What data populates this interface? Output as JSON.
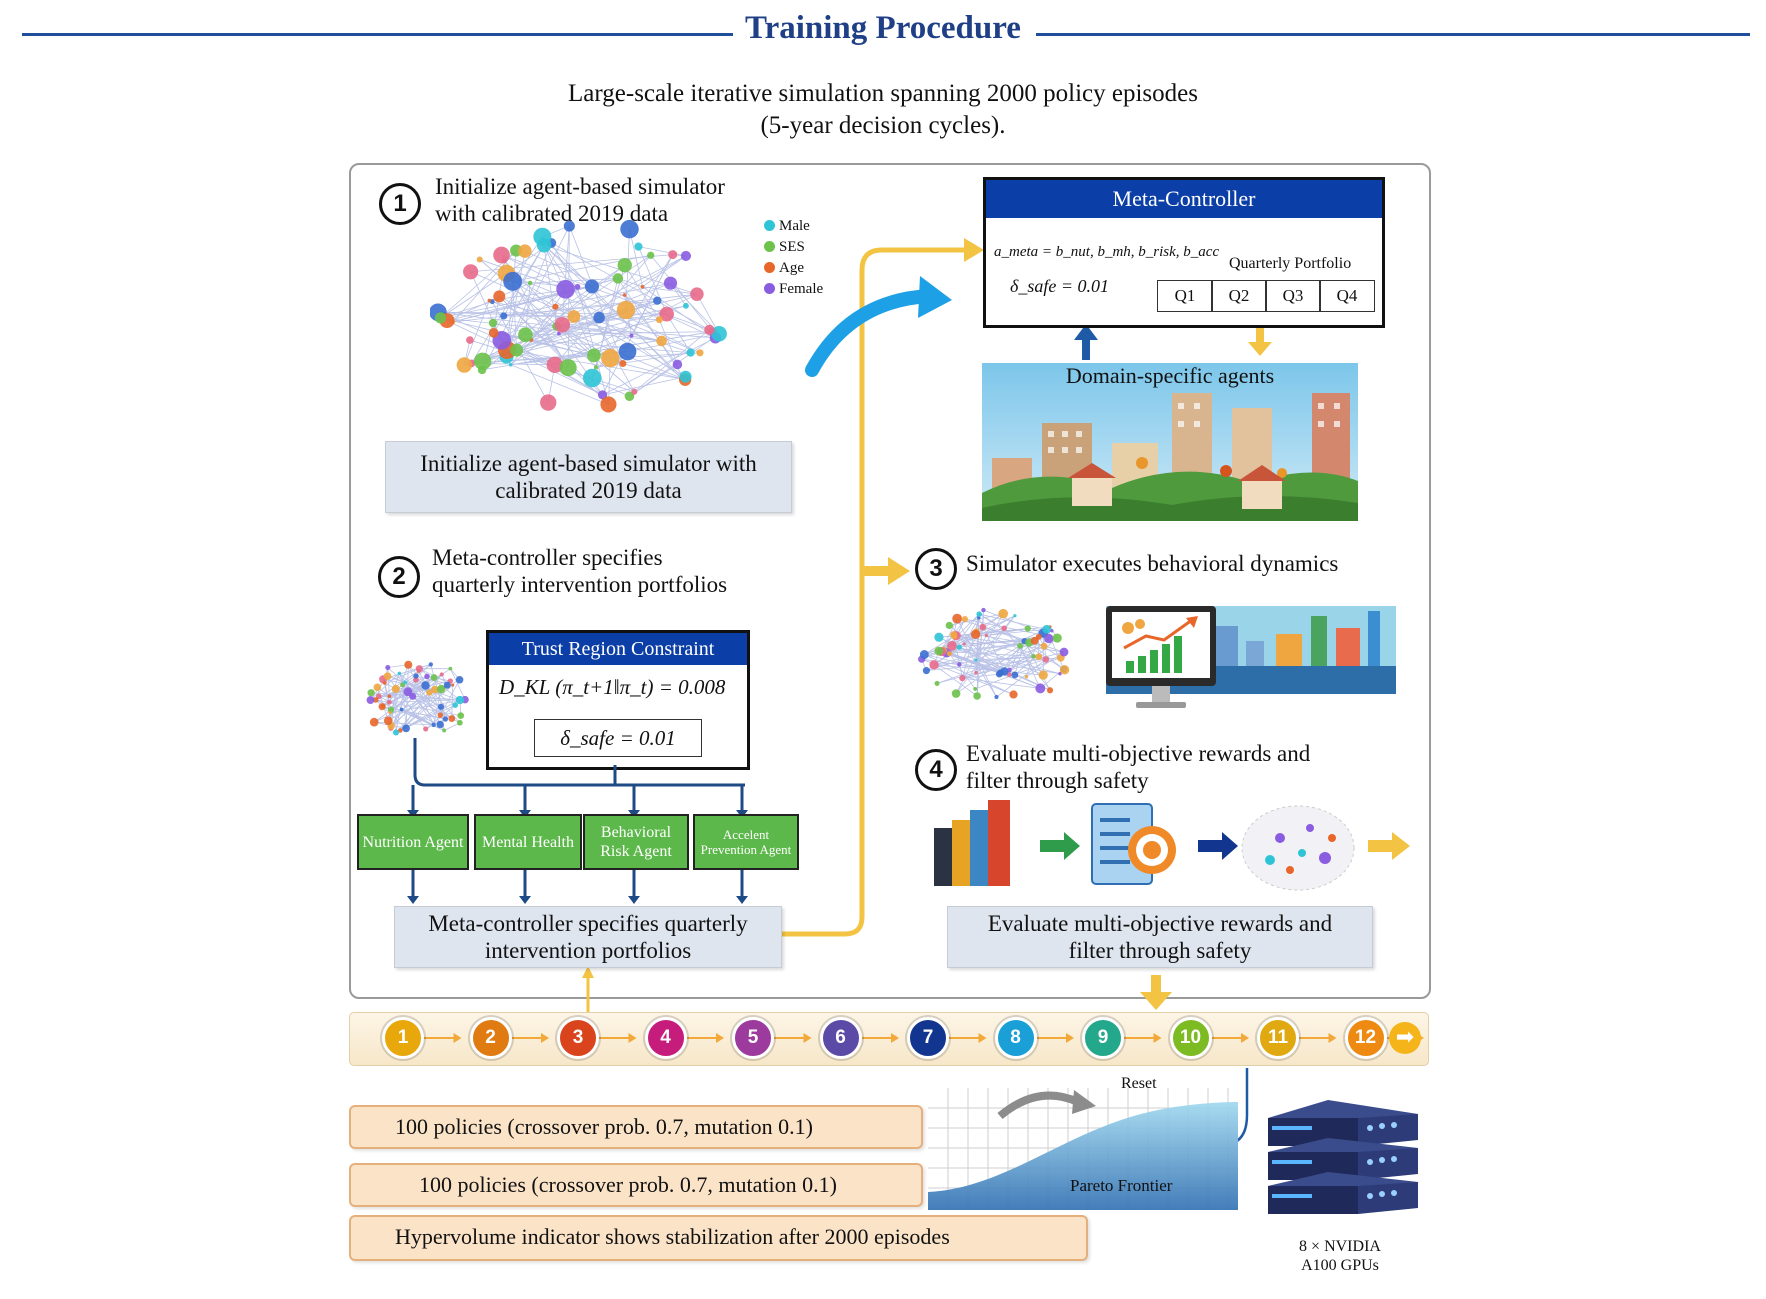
{
  "title": "Training Procedure",
  "subtitle_line1": "Large-scale iterative simulation spanning 2000 policy episodes",
  "subtitle_line2": "(5-year decision cycles).",
  "step1": {
    "number": "1",
    "text_line1": "Initialize agent-based simulator",
    "text_line2": "with calibrated 2019 data",
    "box_line1": "Initialize agent-based simulator with",
    "box_line2": "calibrated 2019 data",
    "legend": [
      {
        "label": "Male",
        "color": "#2ec4d6"
      },
      {
        "label": "SES",
        "color": "#6cc24a"
      },
      {
        "label": "Age",
        "color": "#e8662a"
      },
      {
        "label": "Female",
        "color": "#8a5ce0"
      }
    ]
  },
  "meta_controller": {
    "title": "Meta-Controller",
    "a_meta": "a_meta = b_nut, b_mh, b_risk, b_acc",
    "delta_safe": "δ_safe = 0.01",
    "portfolio_label": "Quarterly Portfolio",
    "quarters": [
      "Q1",
      "Q2",
      "Q3",
      "Q4"
    ],
    "domain_agents_label": "Domain-specific agents"
  },
  "step2": {
    "number": "2",
    "text_line1": "Meta-controller specifies",
    "text_line2": "quarterly intervention portfolios",
    "trust_title": "Trust Region Constraint",
    "kl_text": "D_KL (π_t+1‖π_t) = 0.008",
    "delta_text": "δ_safe = 0.01",
    "agents": [
      "Nutrition Agent",
      "Mental Health",
      "Behavioral Risk Agent",
      "Accelent Prevention Agent"
    ],
    "box_line1": "Meta-controller specifies quarterly",
    "box_line2": "intervention portfolios"
  },
  "step3": {
    "number": "3",
    "text": "Simulator executes behavioral dynamics"
  },
  "step4": {
    "number": "4",
    "text_line1": "Evaluate multi-objective rewards and",
    "text_line2": "filter through safety",
    "box_line1": "Evaluate multi-objective rewards and",
    "box_line2": "filter through safety"
  },
  "timeline": [
    {
      "n": "1",
      "color": "#e8a80c"
    },
    {
      "n": "2",
      "color": "#e07b12"
    },
    {
      "n": "3",
      "color": "#d9441c"
    },
    {
      "n": "4",
      "color": "#c61c7c"
    },
    {
      "n": "5",
      "color": "#9c3a9e"
    },
    {
      "n": "6",
      "color": "#5b4aa6"
    },
    {
      "n": "7",
      "color": "#12358f"
    },
    {
      "n": "8",
      "color": "#1a9fd6"
    },
    {
      "n": "9",
      "color": "#24a88c"
    },
    {
      "n": "10",
      "color": "#7dbb22"
    },
    {
      "n": "11",
      "color": "#e0a912"
    },
    {
      "n": "12",
      "color": "#ee8a12"
    }
  ],
  "bottom": {
    "policy_line1": "100 policies (crossover prob. 0.7, mutation 0.1)",
    "policy_line2": "100 policies (crossover prob. 0.7, mutation 0.1)",
    "hypervolume": "Hypervolume indicator shows stabilization after 2000 episodes",
    "reset_label": "Reset",
    "pareto_label": "Pareto Frontier",
    "gpu_line1": "8 × NVIDIA",
    "gpu_line2": "A100 GPUs"
  }
}
